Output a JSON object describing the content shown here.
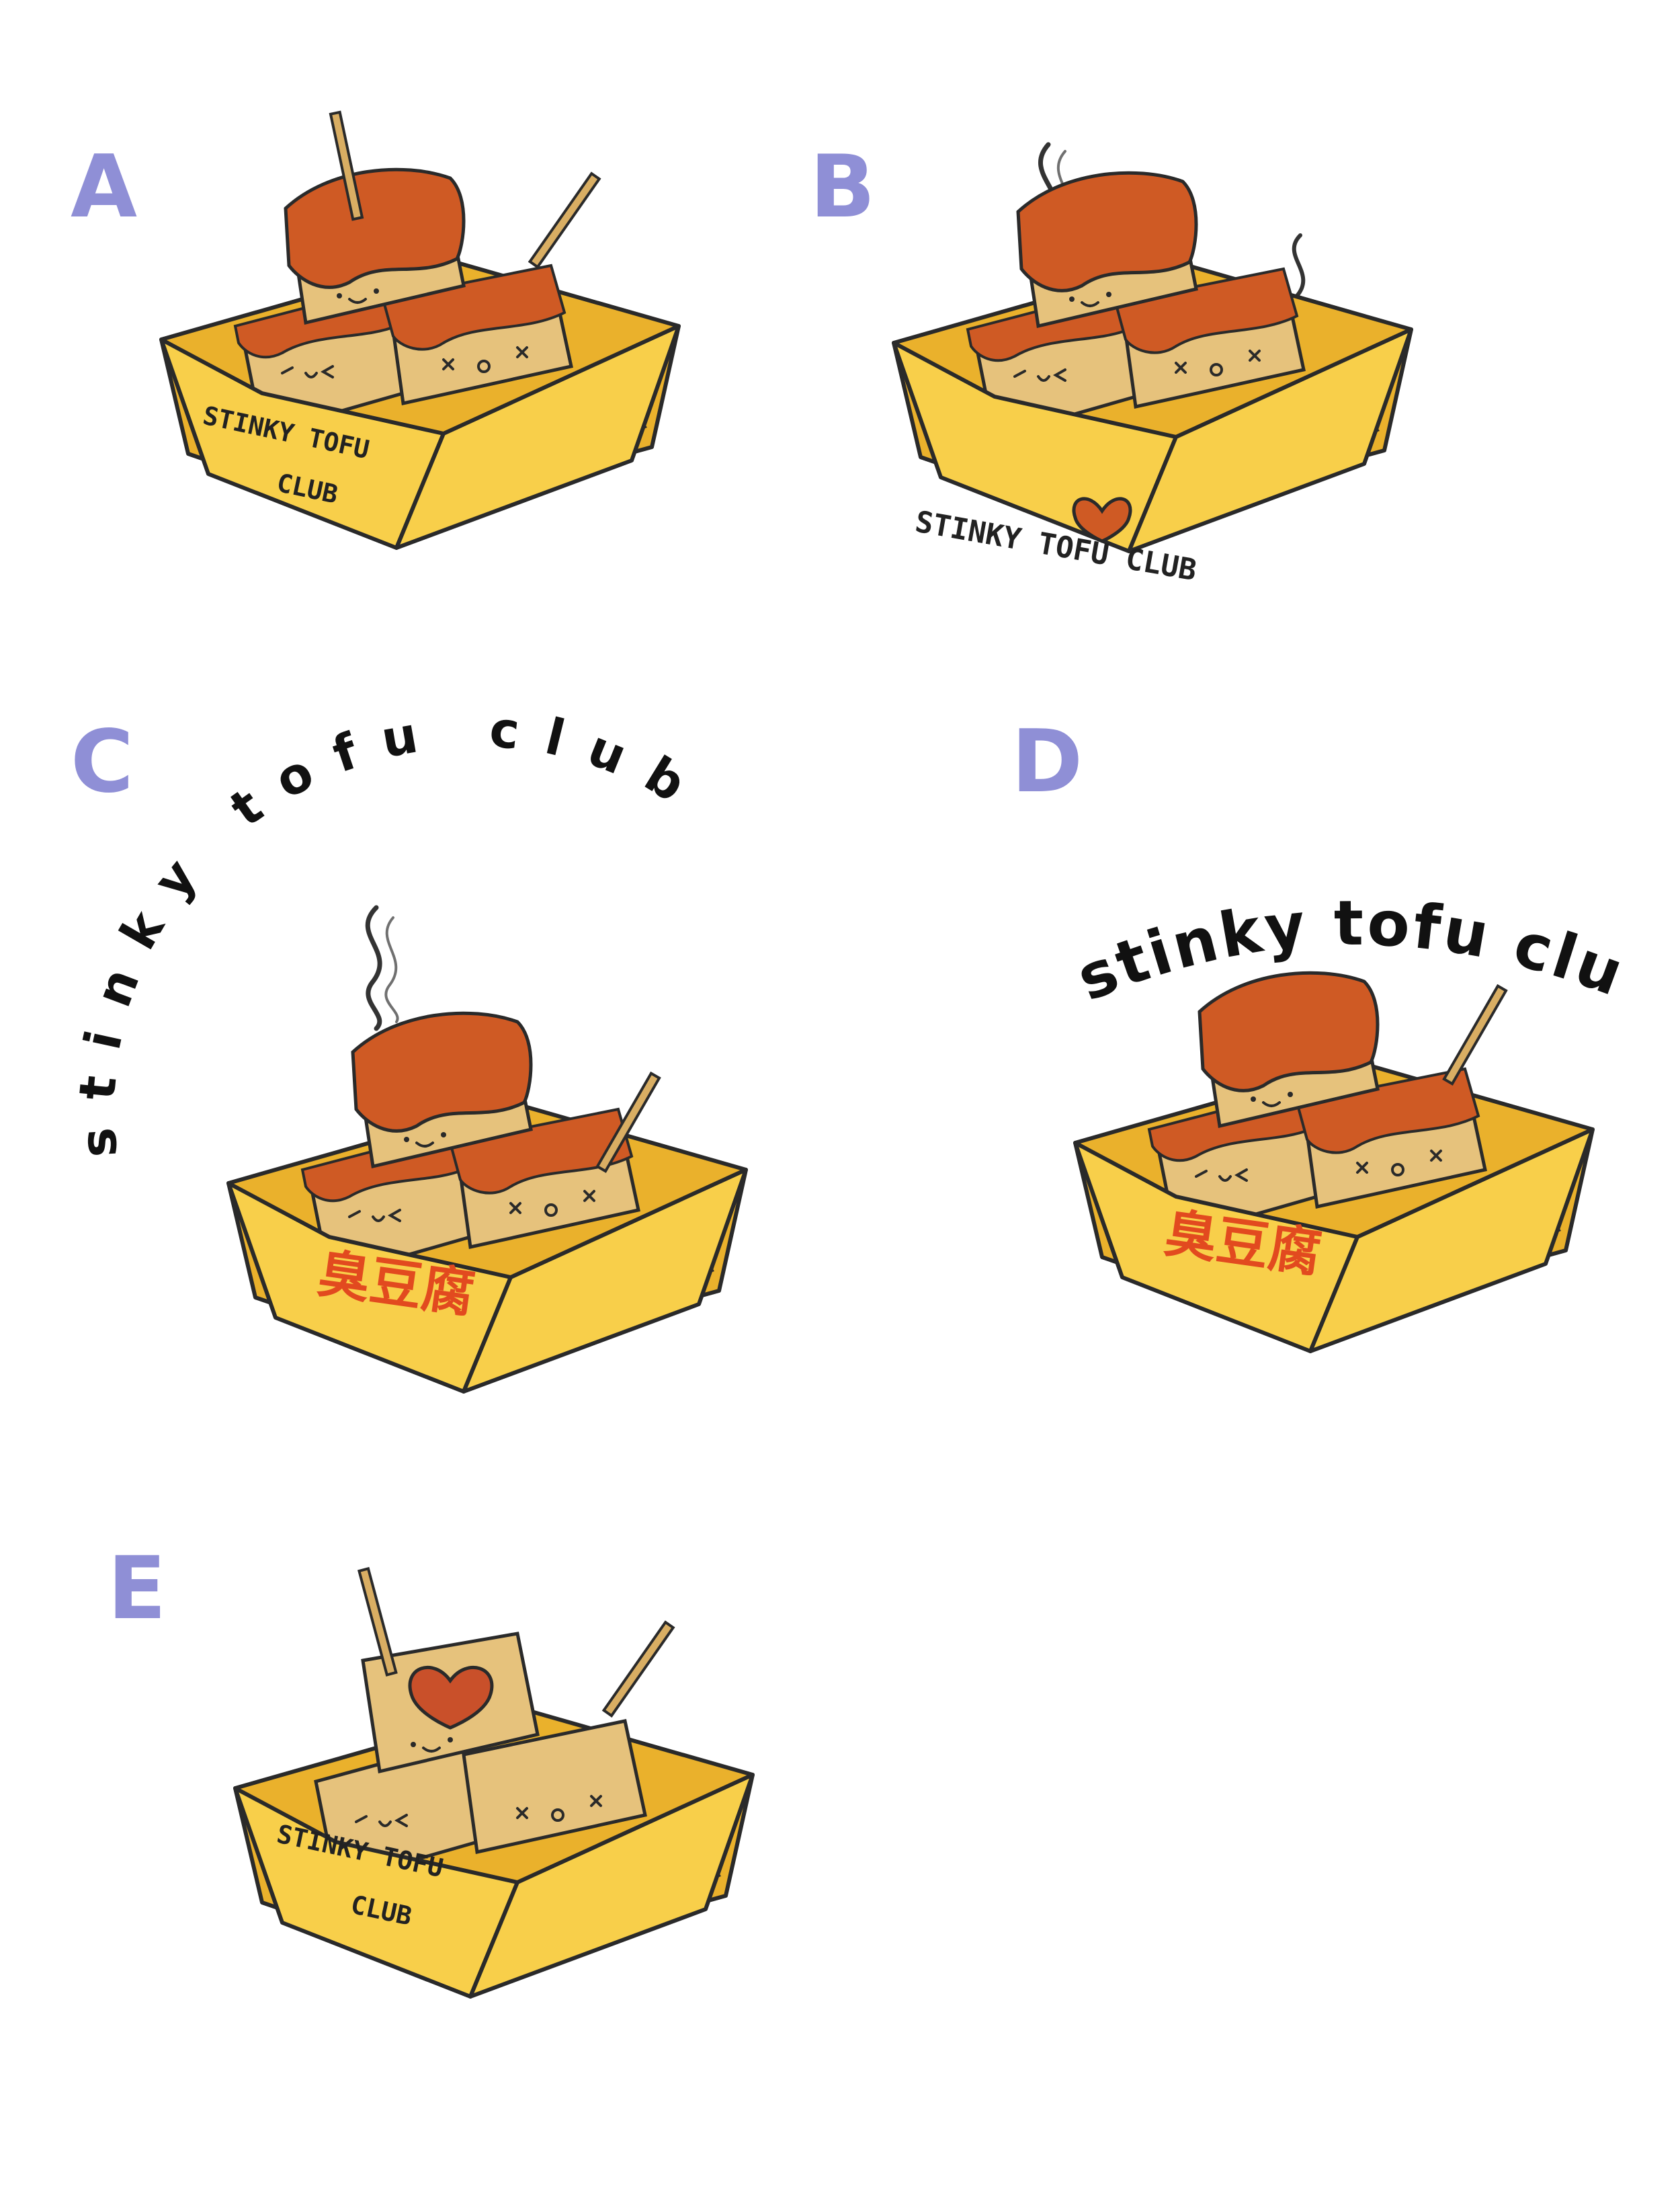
{
  "colors": {
    "label": "#8f8fd6",
    "box": "#f8cf4a",
    "box_dark": "#eab12c",
    "outline": "#2a2a2a",
    "sauce": "#cf5a24",
    "sauce_dark": "#a8421a",
    "tofu": "#e6c27c",
    "stick": "#d9ae63",
    "han_text": "#e24a1f",
    "heart": "#c9502a"
  },
  "icons": [
    "steam-icon",
    "heart-icon",
    "skewer-icon"
  ],
  "variants": [
    {
      "label": "A",
      "box_text": [
        "STINKY TOFU",
        "CLUB"
      ]
    },
    {
      "label": "B",
      "box_text": [
        "STINKY TOFU CLUB"
      ]
    },
    {
      "label": "C",
      "box_text": [
        "臭豆腐"
      ],
      "arc_text": "stinky tofu club"
    },
    {
      "label": "D",
      "box_text": [
        "臭豆腐"
      ],
      "arc_text": "stinky tofu club"
    },
    {
      "label": "E",
      "box_text": [
        "STINKY TOFU",
        "CLUB"
      ]
    }
  ]
}
